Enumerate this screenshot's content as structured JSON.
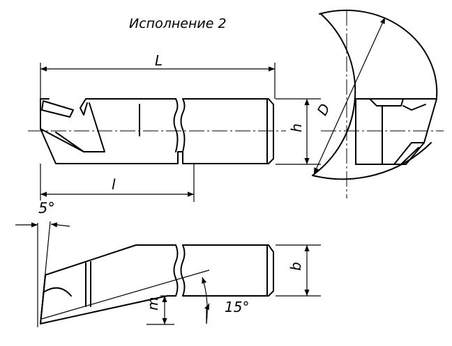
{
  "title": "Исполнение 2",
  "labels": {
    "L": "L",
    "l": "l",
    "h": "h",
    "D": "D",
    "b": "b",
    "m": "m",
    "angle_clearance": "5°",
    "angle_edge": "15°"
  }
}
